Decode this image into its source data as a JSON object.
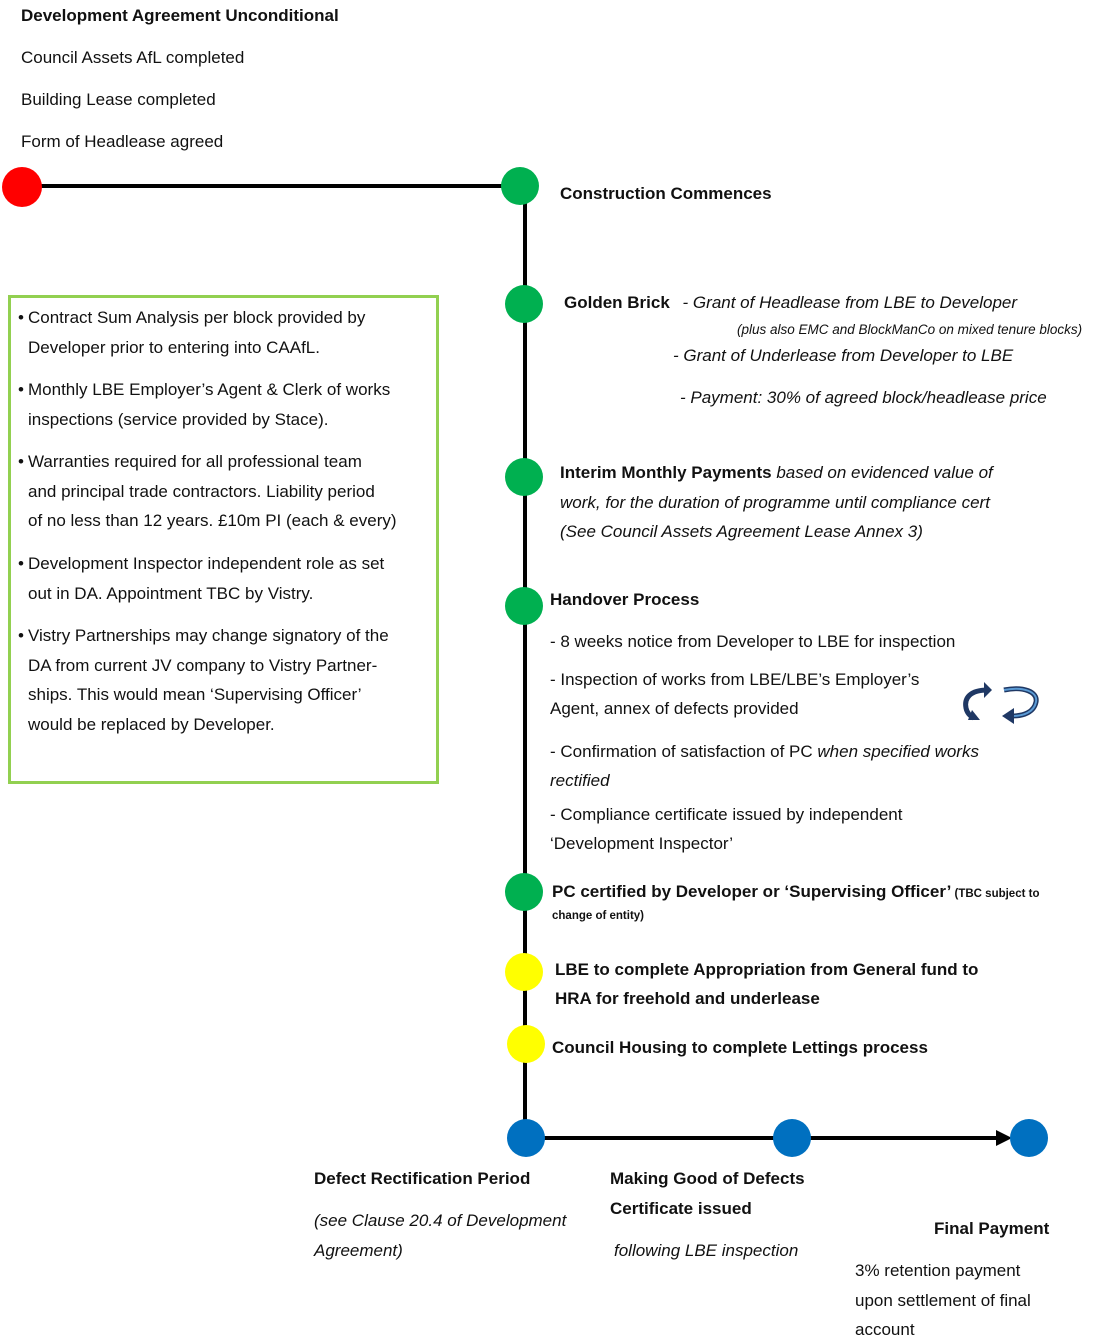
{
  "header": {
    "title": "Development Agreement Unconditional",
    "items": [
      "Council Assets AfL completed",
      "Building Lease completed",
      "Form of Headlease agreed"
    ]
  },
  "colors": {
    "red": "#ff0000",
    "green": "#00b050",
    "yellow": "#ffff00",
    "blue": "#0070c0",
    "box_border": "#92d050"
  },
  "milestones": {
    "construction": "Construction Commences",
    "golden_brick": {
      "title": "Golden Brick",
      "line1": "- Grant of Headlease from LBE to Developer",
      "note": "(plus also EMC and BlockManCo on mixed tenure blocks)",
      "line2": "- Grant of Underlease from Developer to LBE",
      "line3": "- Payment: 30% of agreed block/headlease price"
    },
    "interim": {
      "title": "Interim Monthly Payments",
      "text1": " based on evidenced value of",
      "text2": "work, for the duration of programme until compliance cert",
      "text3": "(See Council Assets Agreement Lease Annex 3)"
    },
    "handover": {
      "title": "Handover Process",
      "p1": "- 8 weeks notice from Developer to LBE for inspection",
      "p2a": "-  Inspection of works from LBE/LBE’s Employer’s",
      "p2b": "Agent, annex of defects provided",
      "p3a": "- Confirmation of satisfaction of PC ",
      "p3b": "when specified works",
      "p3c": "rectified",
      "p4a": "- Compliance certificate issued by independent",
      "p4b": "‘Development Inspector’"
    },
    "pc": {
      "title": "PC certified by Developer or ‘Supervising Officer’",
      "note1": " (TBC subject to",
      "note2": "change of entity)"
    },
    "lbe": {
      "line1": "LBE to complete Appropriation from General fund to",
      "line2": "HRA for freehold and underlease"
    },
    "lettings": "Council Housing to complete Lettings process",
    "defect": {
      "title": "Defect Rectification Period",
      "line1": "(see Clause 20.4 of Development",
      "line2": "Agreement)"
    },
    "making_good": {
      "line1": "Making Good of Defects",
      "line2": "Certificate issued",
      "line3": "following LBE inspection"
    },
    "final": {
      "title": "Final Payment",
      "line1": "3% retention payment",
      "line2": "upon settlement of final",
      "line3": "account"
    }
  },
  "box": {
    "bullets": [
      [
        "Contract Sum Analysis per block provided by",
        "Developer prior to entering into CAAfL."
      ],
      [
        "Monthly LBE Employer’s Agent & Clerk of works",
        "inspections (service provided by Stace)."
      ],
      [
        "Warranties required for all professional team",
        "and principal trade contractors. Liability period",
        "of no less than 12 years. £10m PI (each & every)"
      ],
      [
        "Development Inspector independent role as set",
        "out in DA. Appointment TBC by Vistry."
      ],
      [
        "Vistry Partnerships may change signatory of the",
        "DA from current JV company to Vistry Partner-",
        "ships. This would mean ‘Supervising Officer’",
        "would be replaced by Developer."
      ]
    ]
  }
}
